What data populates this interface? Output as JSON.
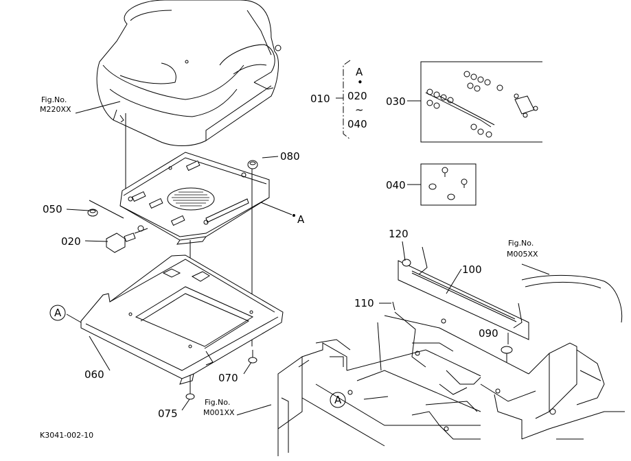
{
  "callouts": {
    "p010": "010",
    "p020_main": "020",
    "p020_group": "020",
    "p030": "030",
    "p040_ref": "040",
    "p040_group": "040",
    "p050": "050",
    "p060": "060",
    "p070": "070",
    "p075": "075",
    "p080": "080",
    "p090": "090",
    "p100": "100",
    "p110": "110",
    "p120": "120"
  },
  "group_label": {
    "top": "A",
    "dot": "•",
    "tilde": "~"
  },
  "ref_point_A": "A",
  "circle_refs": {
    "left": "A",
    "bottom": "A"
  },
  "fig_refs": {
    "seat": {
      "label": "Fig.No.",
      "code": "M220XX"
    },
    "frame": {
      "label": "Fig.No.",
      "code": "M001XX"
    },
    "fender": {
      "label": "Fig.No.",
      "code": "M005XX"
    }
  },
  "drawing_id": "K3041-002-10"
}
